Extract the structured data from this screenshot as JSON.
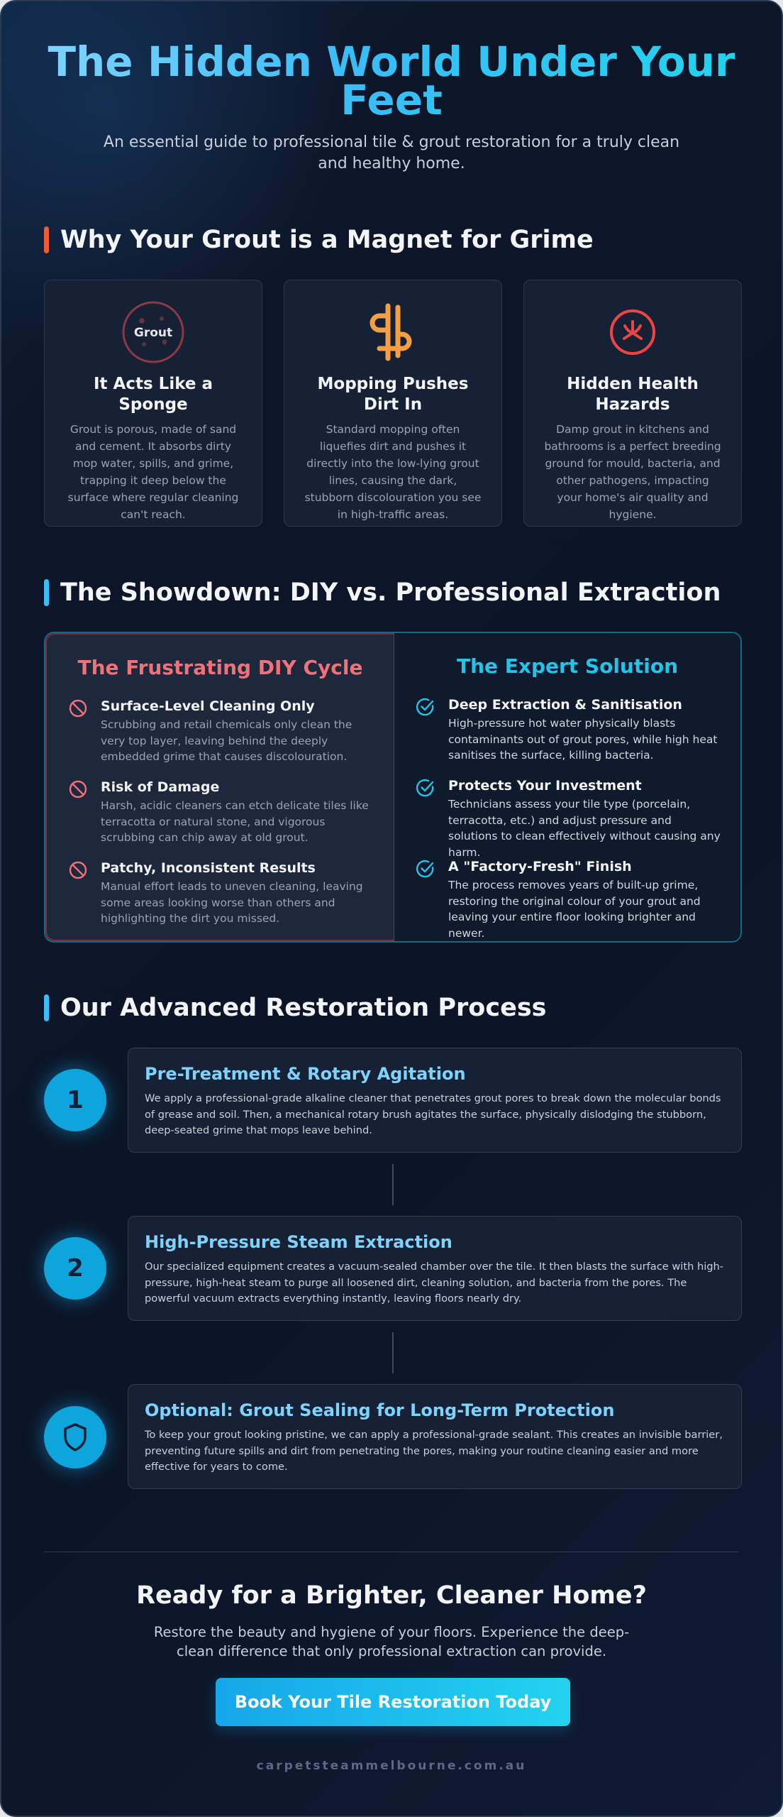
{
  "header": {
    "title": "The Hidden World Under Your Feet",
    "subtitle": "An essential guide to professional tile & grout restoration for a truly clean and healthy home."
  },
  "section_why": {
    "title": "Why Your Grout is a Magnet for Grime",
    "accent": "#ef5b34",
    "cards": [
      {
        "icon": "grout-sponge-icon",
        "icon_label": "Grout",
        "title": "It Acts Like a Sponge",
        "text": "Grout is porous, made of sand and cement. It absorbs dirty mop water, spills, and grime, trapping it deep below the surface where regular cleaning can't reach."
      },
      {
        "icon": "mop-icon",
        "title": "Mopping Pushes Dirt In",
        "text": "Standard mopping often liquefies dirt and pushes it directly into the low-lying grout lines, causing the dark, stubborn discolouration you see in high-traffic areas."
      },
      {
        "icon": "biohazard-icon",
        "title": "Hidden Health Hazards",
        "text": "Damp grout in kitchens and bathrooms is a perfect breeding ground for mould, bacteria, and other pathogens, impacting your home's air quality and hygiene."
      }
    ]
  },
  "section_showdown": {
    "title": "The Showdown: DIY vs. Professional Extraction",
    "accent": "#38bdf8",
    "diy": {
      "title": "The Frustrating DIY Cycle",
      "color": "#f07178",
      "items": [
        {
          "icon": "prohibited-icon",
          "title": "Surface-Level Cleaning Only",
          "text": "Scrubbing and retail chemicals only clean the very top layer, leaving behind the deeply embedded grime that causes discolouration."
        },
        {
          "icon": "prohibited-icon",
          "title": "Risk of Damage",
          "text": "Harsh, acidic cleaners can etch delicate tiles like terracotta or natural stone, and vigorous scrubbing can chip away at old grout."
        },
        {
          "icon": "prohibited-icon",
          "title": "Patchy, Inconsistent Results",
          "text": "Manual effort leads to uneven cleaning, leaving some areas looking worse than others and highlighting the dirt you missed."
        }
      ]
    },
    "expert": {
      "title": "The Expert Solution",
      "color": "#22c4e8",
      "items": [
        {
          "icon": "check-circle-icon",
          "title": "Deep Extraction & Sanitisation",
          "text": "High-pressure hot water physically blasts contaminants out of grout pores, while high heat sanitises the surface, killing bacteria."
        },
        {
          "icon": "check-circle-icon",
          "title": "Protects Your Investment",
          "text": "Technicians assess your tile type (porcelain, terracotta, etc.) and adjust pressure and solutions to clean effectively without causing any harm."
        },
        {
          "icon": "check-circle-icon",
          "title": "A \"Factory-Fresh\" Finish",
          "text": "The process removes years of built-up grime, restoring the original colour of your grout and leaving your entire floor looking brighter and newer."
        }
      ]
    }
  },
  "section_process": {
    "title": "Our Advanced Restoration Process",
    "accent": "#38bdf8",
    "steps": [
      {
        "badge": "1",
        "title": "Pre-Treatment & Rotary Agitation",
        "text": "We apply a professional-grade alkaline cleaner that penetrates grout pores to break down the molecular bonds of grease and soil. Then, a mechanical rotary brush agitates the surface, physically dislodging the stubborn, deep-seated grime that mops leave behind."
      },
      {
        "badge": "2",
        "title": "High-Pressure Steam Extraction",
        "text": "Our specialized equipment creates a vacuum-sealed chamber over the tile. It then blasts the surface with high-pressure, high-heat steam to purge all loosened dirt, cleaning solution, and bacteria from the pores. The powerful vacuum extracts everything instantly, leaving floors nearly dry."
      },
      {
        "badge_icon": "shield-icon",
        "title": "Optional: Grout Sealing for Long-Term Protection",
        "text": "To keep your grout looking pristine, we can apply a professional-grade sealant. This creates an invisible barrier, preventing future spills and dirt from penetrating the pores, making your routine cleaning easier and more effective for years to come."
      }
    ]
  },
  "cta": {
    "title": "Ready for a Brighter, Cleaner Home?",
    "text": "Restore the beauty and hygiene of your floors. Experience the deep-clean difference that only professional extraction can provide.",
    "button_label": "Book Your Tile Restoration Today"
  },
  "footer": {
    "url": "carpetsteammelbourne.com.au"
  }
}
